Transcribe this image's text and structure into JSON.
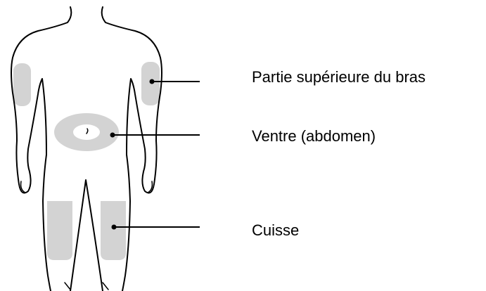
{
  "labels": {
    "upper_arm": "Partie supérieure du bras",
    "abdomen": "Ventre (abdomen)",
    "thigh": "Cuisse"
  },
  "colors": {
    "injection_zone": "#d3d3d3",
    "outline": "#000000"
  }
}
